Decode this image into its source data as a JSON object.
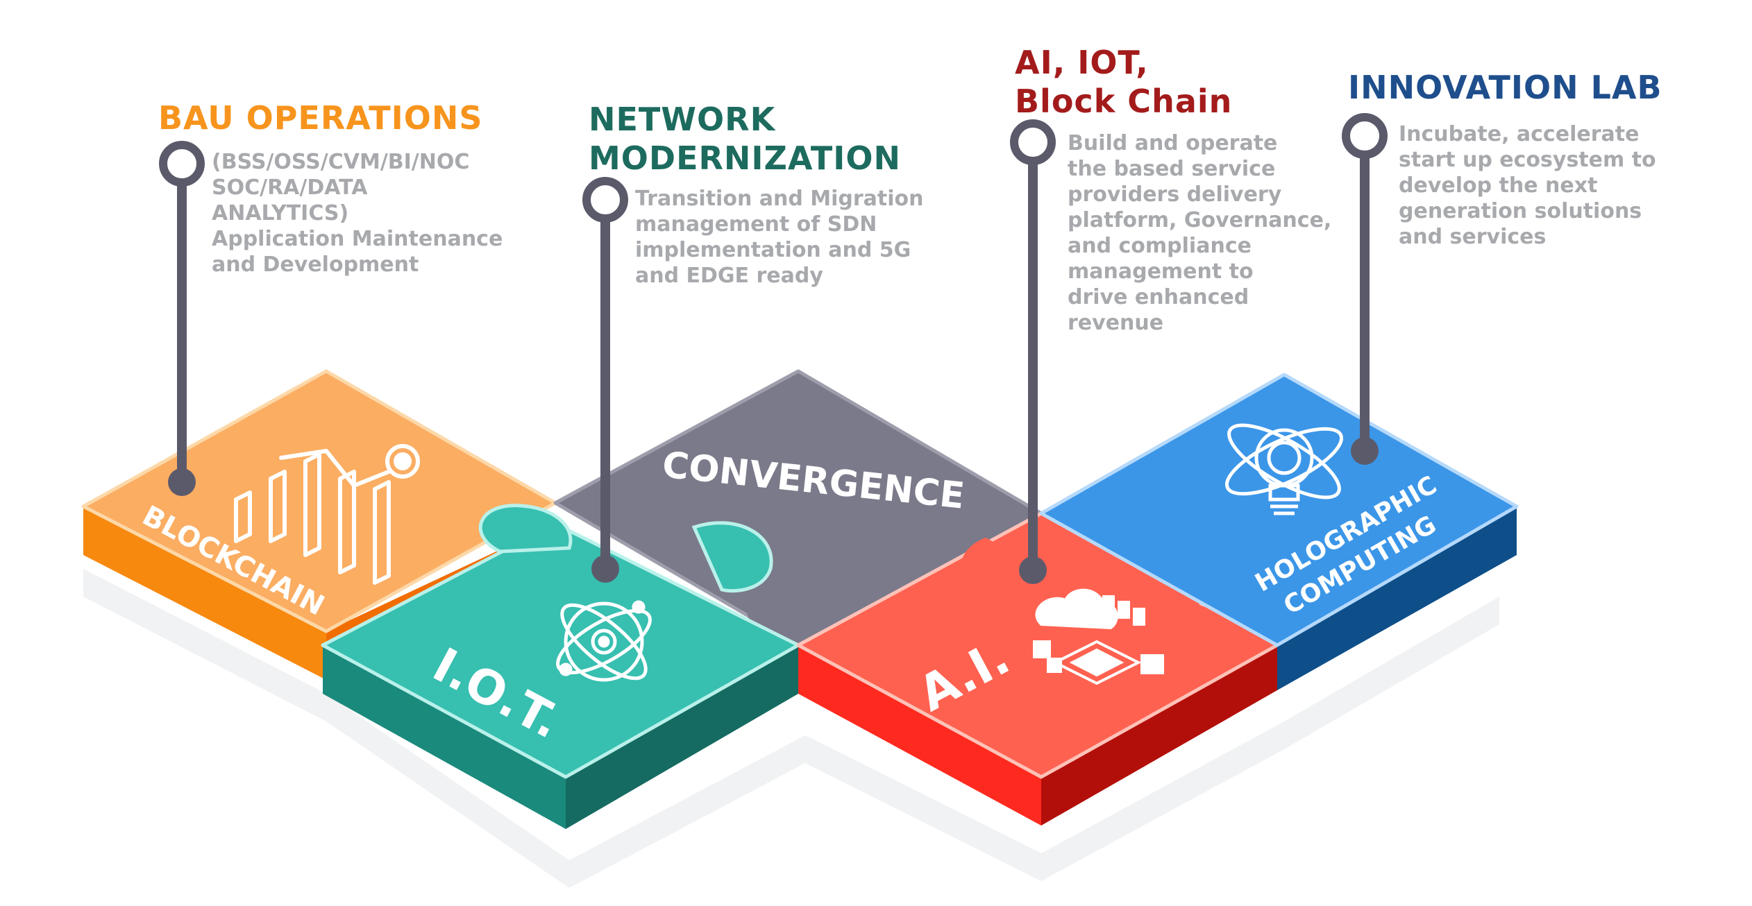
{
  "colors": {
    "bau": "#f7941d",
    "network": "#1c6b5e",
    "ai_iot": "#a31b1b",
    "innovation": "#1f4e8c",
    "description_text": "#a7a9ac",
    "pin": "#5b5a6b",
    "blockchain_piece": "#fbad62",
    "iot_piece": "#37bfb0",
    "convergence_piece": "#7b7a8a",
    "ai_piece": "#ff6150",
    "holographic_piece": "#3b96e8"
  },
  "callouts": [
    {
      "id": "bau",
      "title_lines": [
        "BAU OPERATIONS"
      ],
      "desc_lines": [
        "(BSS/OSS/CVM/BI/NOC",
        "SOC/RA/DATA",
        "ANALYTICS)",
        "Application Maintenance",
        "and Development"
      ]
    },
    {
      "id": "network",
      "title_lines": [
        "NETWORK",
        "MODERNIZATION"
      ],
      "desc_lines": [
        "Transition and Migration",
        "management of SDN",
        "implementation and 5G",
        "and EDGE ready"
      ]
    },
    {
      "id": "ai_iot",
      "title_lines": [
        "AI, IOT,",
        "Block Chain"
      ],
      "desc_lines": [
        "Build and operate",
        "the based service",
        "providers delivery",
        "platform, Governance,",
        "and compliance",
        "management to",
        "drive enhanced",
        "revenue"
      ]
    },
    {
      "id": "innovation",
      "title_lines": [
        "INNOVATION LAB"
      ],
      "desc_lines": [
        "Incubate, accelerate",
        "start up ecosystem to",
        "develop the next",
        "generation solutions",
        "and services"
      ]
    }
  ],
  "pieces": {
    "blockchain": {
      "label": "BLOCKCHAIN",
      "icon": "bar-chart-growth-icon"
    },
    "iot": {
      "label": "I.O.T.",
      "icon": "atom-gear-icon"
    },
    "convergence": {
      "label": "CONVERGENCE"
    },
    "ai": {
      "label": "A.I.",
      "icon": "cloud-chip-icon"
    },
    "holographic": {
      "label_lines": [
        "HOLOGRAPHIC",
        "COMPUTING"
      ],
      "icon": "atom-lightbulb-icon"
    }
  }
}
